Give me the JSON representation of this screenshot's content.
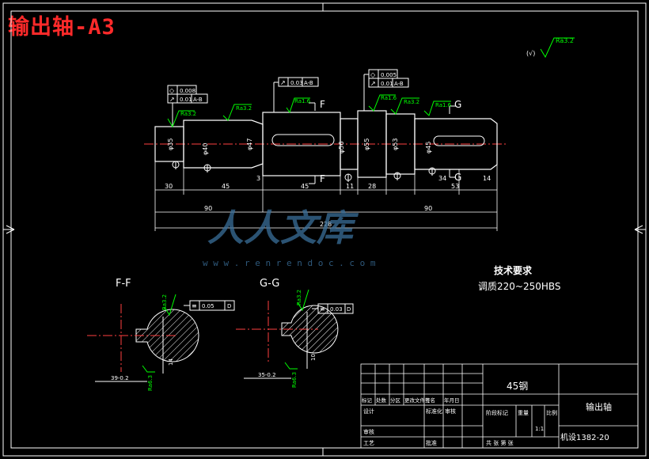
{
  "title": "输出轴-A3",
  "surface_symbol_top": "Ra3.2",
  "surface_symbol_note": "(√)",
  "roughness": {
    "r1": "Ra3.2",
    "r2": "Ra1.6",
    "r3": "Ra1.6",
    "r4": "Ra3.2",
    "r5": "Ra1.6",
    "ff": "Ra3.2",
    "ff_bottom": "Ra6.3",
    "gg": "Ra3.2",
    "gg_bottom": "Ra6.3"
  },
  "tolerance_frames": {
    "t1": {
      "sym": "◇",
      "val": "0.008"
    },
    "t2": {
      "sym": "↗",
      "val": "0.01",
      "ref": "A-B"
    },
    "t3": {
      "sym": "↗",
      "val": "0.03",
      "ref": "A-B"
    },
    "t4": {
      "sym": "◇",
      "val": "0.005"
    },
    "t5": {
      "sym": "↗",
      "val": "0.01",
      "ref": "A-B"
    },
    "ff": {
      "sym": "≡",
      "val": "0.05",
      "ref": "D"
    },
    "gg": {
      "sym": "≡",
      "val": "0.03",
      "ref": "D"
    }
  },
  "section_marks": {
    "f_top": "F",
    "f_bottom": "F",
    "g_top": "G",
    "g_bottom": "G"
  },
  "dimensions": {
    "d30": "30",
    "d45a": "45",
    "d3": "3",
    "d45b": "45",
    "d11": "11",
    "d28": "28",
    "d34": "34",
    "d53": "53",
    "d14": "14",
    "d90a": "90",
    "d90b": "90",
    "d228": "228"
  },
  "diameters": {
    "a": "φ35",
    "b": "φ40",
    "c": "φ47",
    "d": "φ56",
    "e": "φ55",
    "f": "φ53",
    "g": "φ45"
  },
  "tech_req": {
    "heading": "技术要求",
    "line1": "调质220~250HBS"
  },
  "sections": {
    "ff_label": "F-F",
    "gg_label": "G-G",
    "ff_dim1": "39-0.2",
    "ff_dim2": "14",
    "gg_dim1": "35-0.2",
    "gg_dim2": "10"
  },
  "watermark": {
    "text": "人人文库",
    "url": "w w w . r e n r e n d o c . c o m"
  },
  "title_block": {
    "material": "45钢",
    "part_name": "输出轴",
    "drawing_no": "机设1382-20",
    "scale_val": "1:1",
    "headers": [
      "标记",
      "处数",
      "分区",
      "更改文件号",
      "签名",
      "年月日"
    ],
    "row_design": "设计",
    "row_std": "标准化",
    "row_std_sign": "审核",
    "row_review": "审核",
    "row_craft": "工艺",
    "row_approve": "批准",
    "stage_label": "阶段标记",
    "weight_label": "重量",
    "scale_label": "比例",
    "sheets": "共    张 第    张"
  }
}
